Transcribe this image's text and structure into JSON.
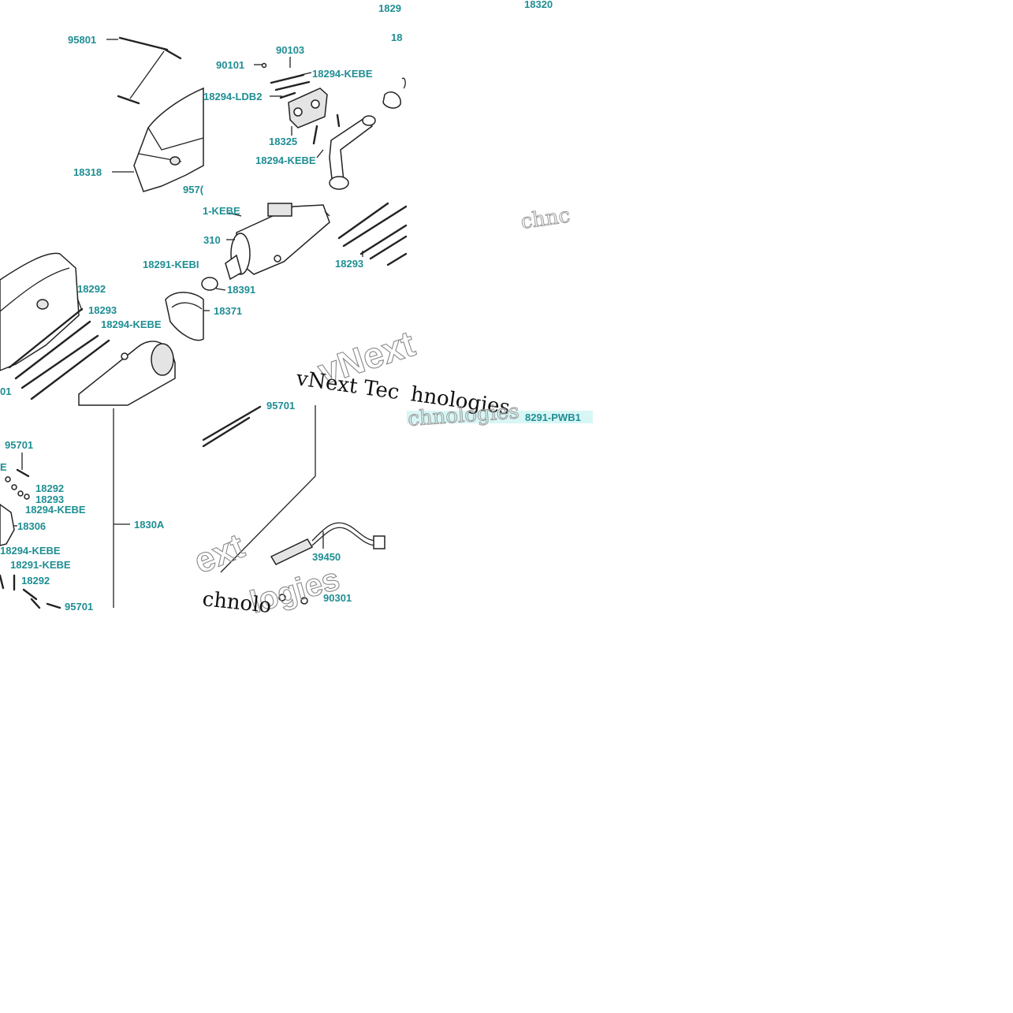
{
  "labels": {
    "l18291_top": "1829",
    "l18320": "18320",
    "l18_top": "18",
    "l95801": "95801",
    "l90103": "90103",
    "l90101": "90101",
    "l18294_kebe_a": "18294-KEBE",
    "l18294_ldb2": "18294-LDB2",
    "l18325": "18325",
    "l18294_kebe_b": "18294-KEBE",
    "l18318": "18318",
    "l957_cut": "957(",
    "l1_kebe": "1-KEBE",
    "l310": "310",
    "l18291_kebe_a": "18291-KEBI",
    "l18293_a": "18293",
    "l18292_a": "18292",
    "l18293_b": "18293",
    "l18294_kebe_c": "18294-KEBE",
    "l18391": "18391",
    "l18371": "18371",
    "l01": "01",
    "l18291_pwb1": "8291-PWB1",
    "l95701_a": "95701",
    "l95701_b": "95701",
    "l_e": "E",
    "l18292_b": "18292",
    "l18293_c": "18293",
    "l18294_kebe_d": "18294-KEBE",
    "l18306": "18306",
    "l1830a": "1830A",
    "l18294_kebe_e": "18294-KEBE",
    "l18291_kebe_b": "18291-KEBE",
    "l18292_c": "18292",
    "l95701_c": "95701",
    "l39450": "39450",
    "l90301": "90301"
  },
  "watermark": {
    "vnext": "vNext",
    "line1": "vNext Tec",
    "line2": "hnologies",
    "ext": "ext",
    "chnolo": "chnolo",
    "logies": "logies",
    "ghost_tech": "chnologies",
    "ghost_top": "chnc"
  },
  "colors": {
    "label": "#1f8e93",
    "highlight": "#d8f6f6"
  }
}
